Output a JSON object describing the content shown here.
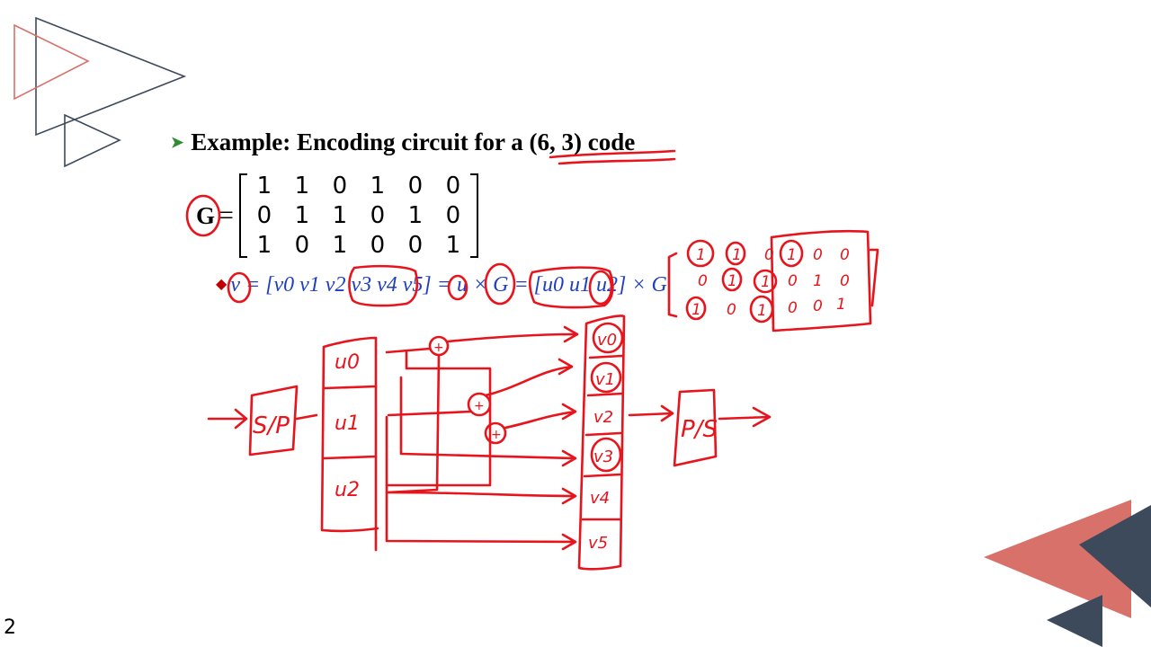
{
  "slide": {
    "title": "Example: Encoding circuit for a (6, 3) code",
    "page_number": "2"
  },
  "generator": {
    "label": "G",
    "equals": "=",
    "matrix": [
      [
        "1",
        "1",
        "0",
        "1",
        "0",
        "0"
      ],
      [
        "0",
        "1",
        "1",
        "0",
        "1",
        "0"
      ],
      [
        "1",
        "0",
        "1",
        "0",
        "0",
        "1"
      ]
    ]
  },
  "codeword_equation": "v = [v0 v1 v2 v3 v4 v5] = u × G = [u0 u1 u2] × G",
  "annotations": {
    "handwritten_matrix": [
      [
        "1",
        "1",
        "0",
        "1",
        "0",
        "0"
      ],
      [
        "0",
        "1",
        "1",
        "0",
        "1",
        "0"
      ],
      [
        "1",
        "0",
        "1",
        "0",
        "0",
        "1"
      ]
    ],
    "input_block": "S/P",
    "output_block": "P/S",
    "message_register": [
      "u0",
      "u1",
      "u2"
    ],
    "codeword_register": [
      "v0",
      "v1",
      "v2",
      "v3",
      "v4",
      "v5"
    ],
    "adder_symbol": "+"
  },
  "colors": {
    "ink": "#e8141c",
    "equation_blue": "#1f3fbf",
    "deco_dark": "#3d4a5c",
    "deco_salmon": "#d9716b"
  }
}
